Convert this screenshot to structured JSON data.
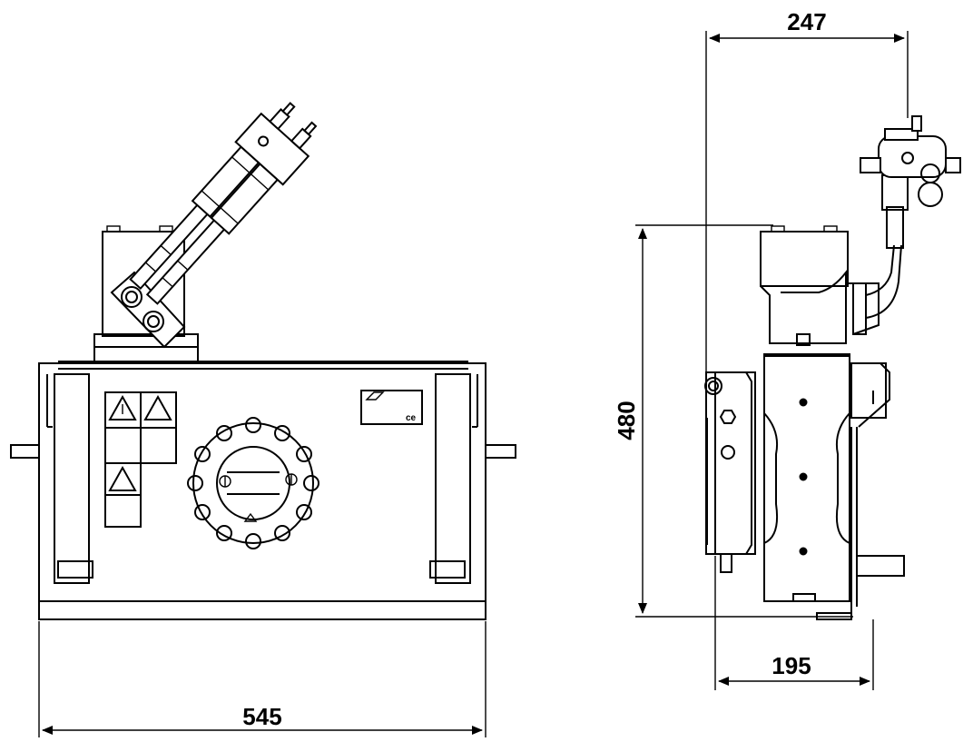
{
  "dimensions": {
    "front_width": "545",
    "side_width_top": "247",
    "side_width_bottom": "195",
    "height": "480"
  },
  "marks": {
    "ce_mark": "ce"
  },
  "colors": {
    "line": "#000000",
    "background": "#ffffff"
  }
}
